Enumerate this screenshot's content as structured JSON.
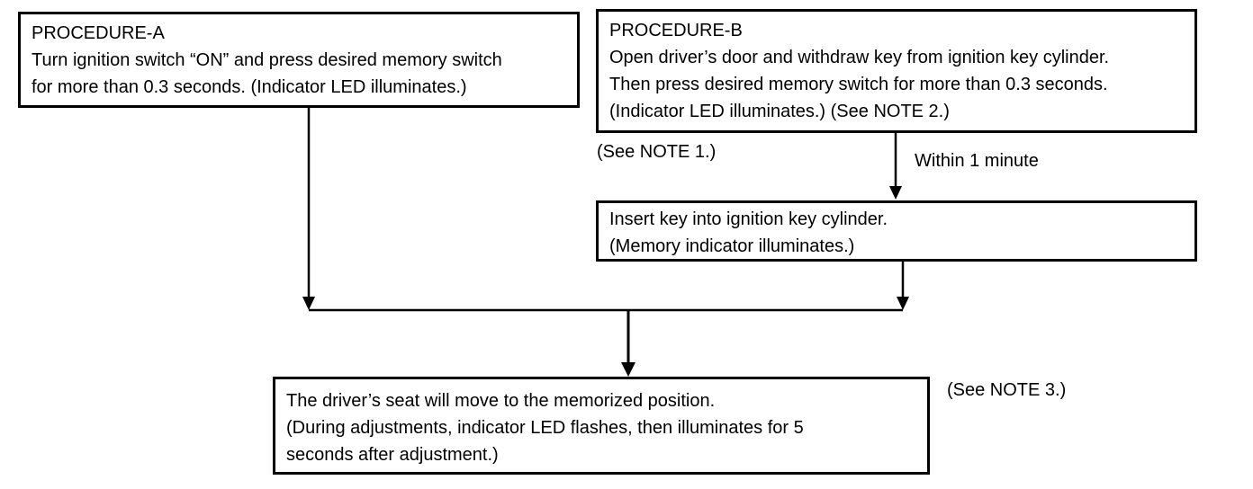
{
  "diagram": {
    "boxes": {
      "procedure_a": {
        "title": "PROCEDURE-A",
        "body": "Turn ignition switch “ON” and press desired memory switch\nfor more than 0.3 seconds. (Indicator LED illuminates.)"
      },
      "procedure_b": {
        "title": "PROCEDURE-B",
        "body": "Open driver’s door and withdraw key from ignition key cylinder.\nThen press desired memory switch for more than 0.3 seconds.\n(Indicator LED illuminates.) (See NOTE 2.)"
      },
      "insert_key": {
        "body": "Insert key into ignition key cylinder.\n(Memory indicator illuminates.)"
      },
      "result": {
        "body": "The driver’s seat will move to the memorized position.\n(During adjustments, indicator LED flashes, then illuminates for 5\nseconds after adjustment.)"
      }
    },
    "labels": {
      "see_note_1": "(See NOTE 1.)",
      "within_1_minute": "Within 1 minute",
      "see_note_3": "(See NOTE 3.)"
    },
    "colors": {
      "line": "#000000",
      "background": "#ffffff",
      "text": "#000000"
    }
  }
}
